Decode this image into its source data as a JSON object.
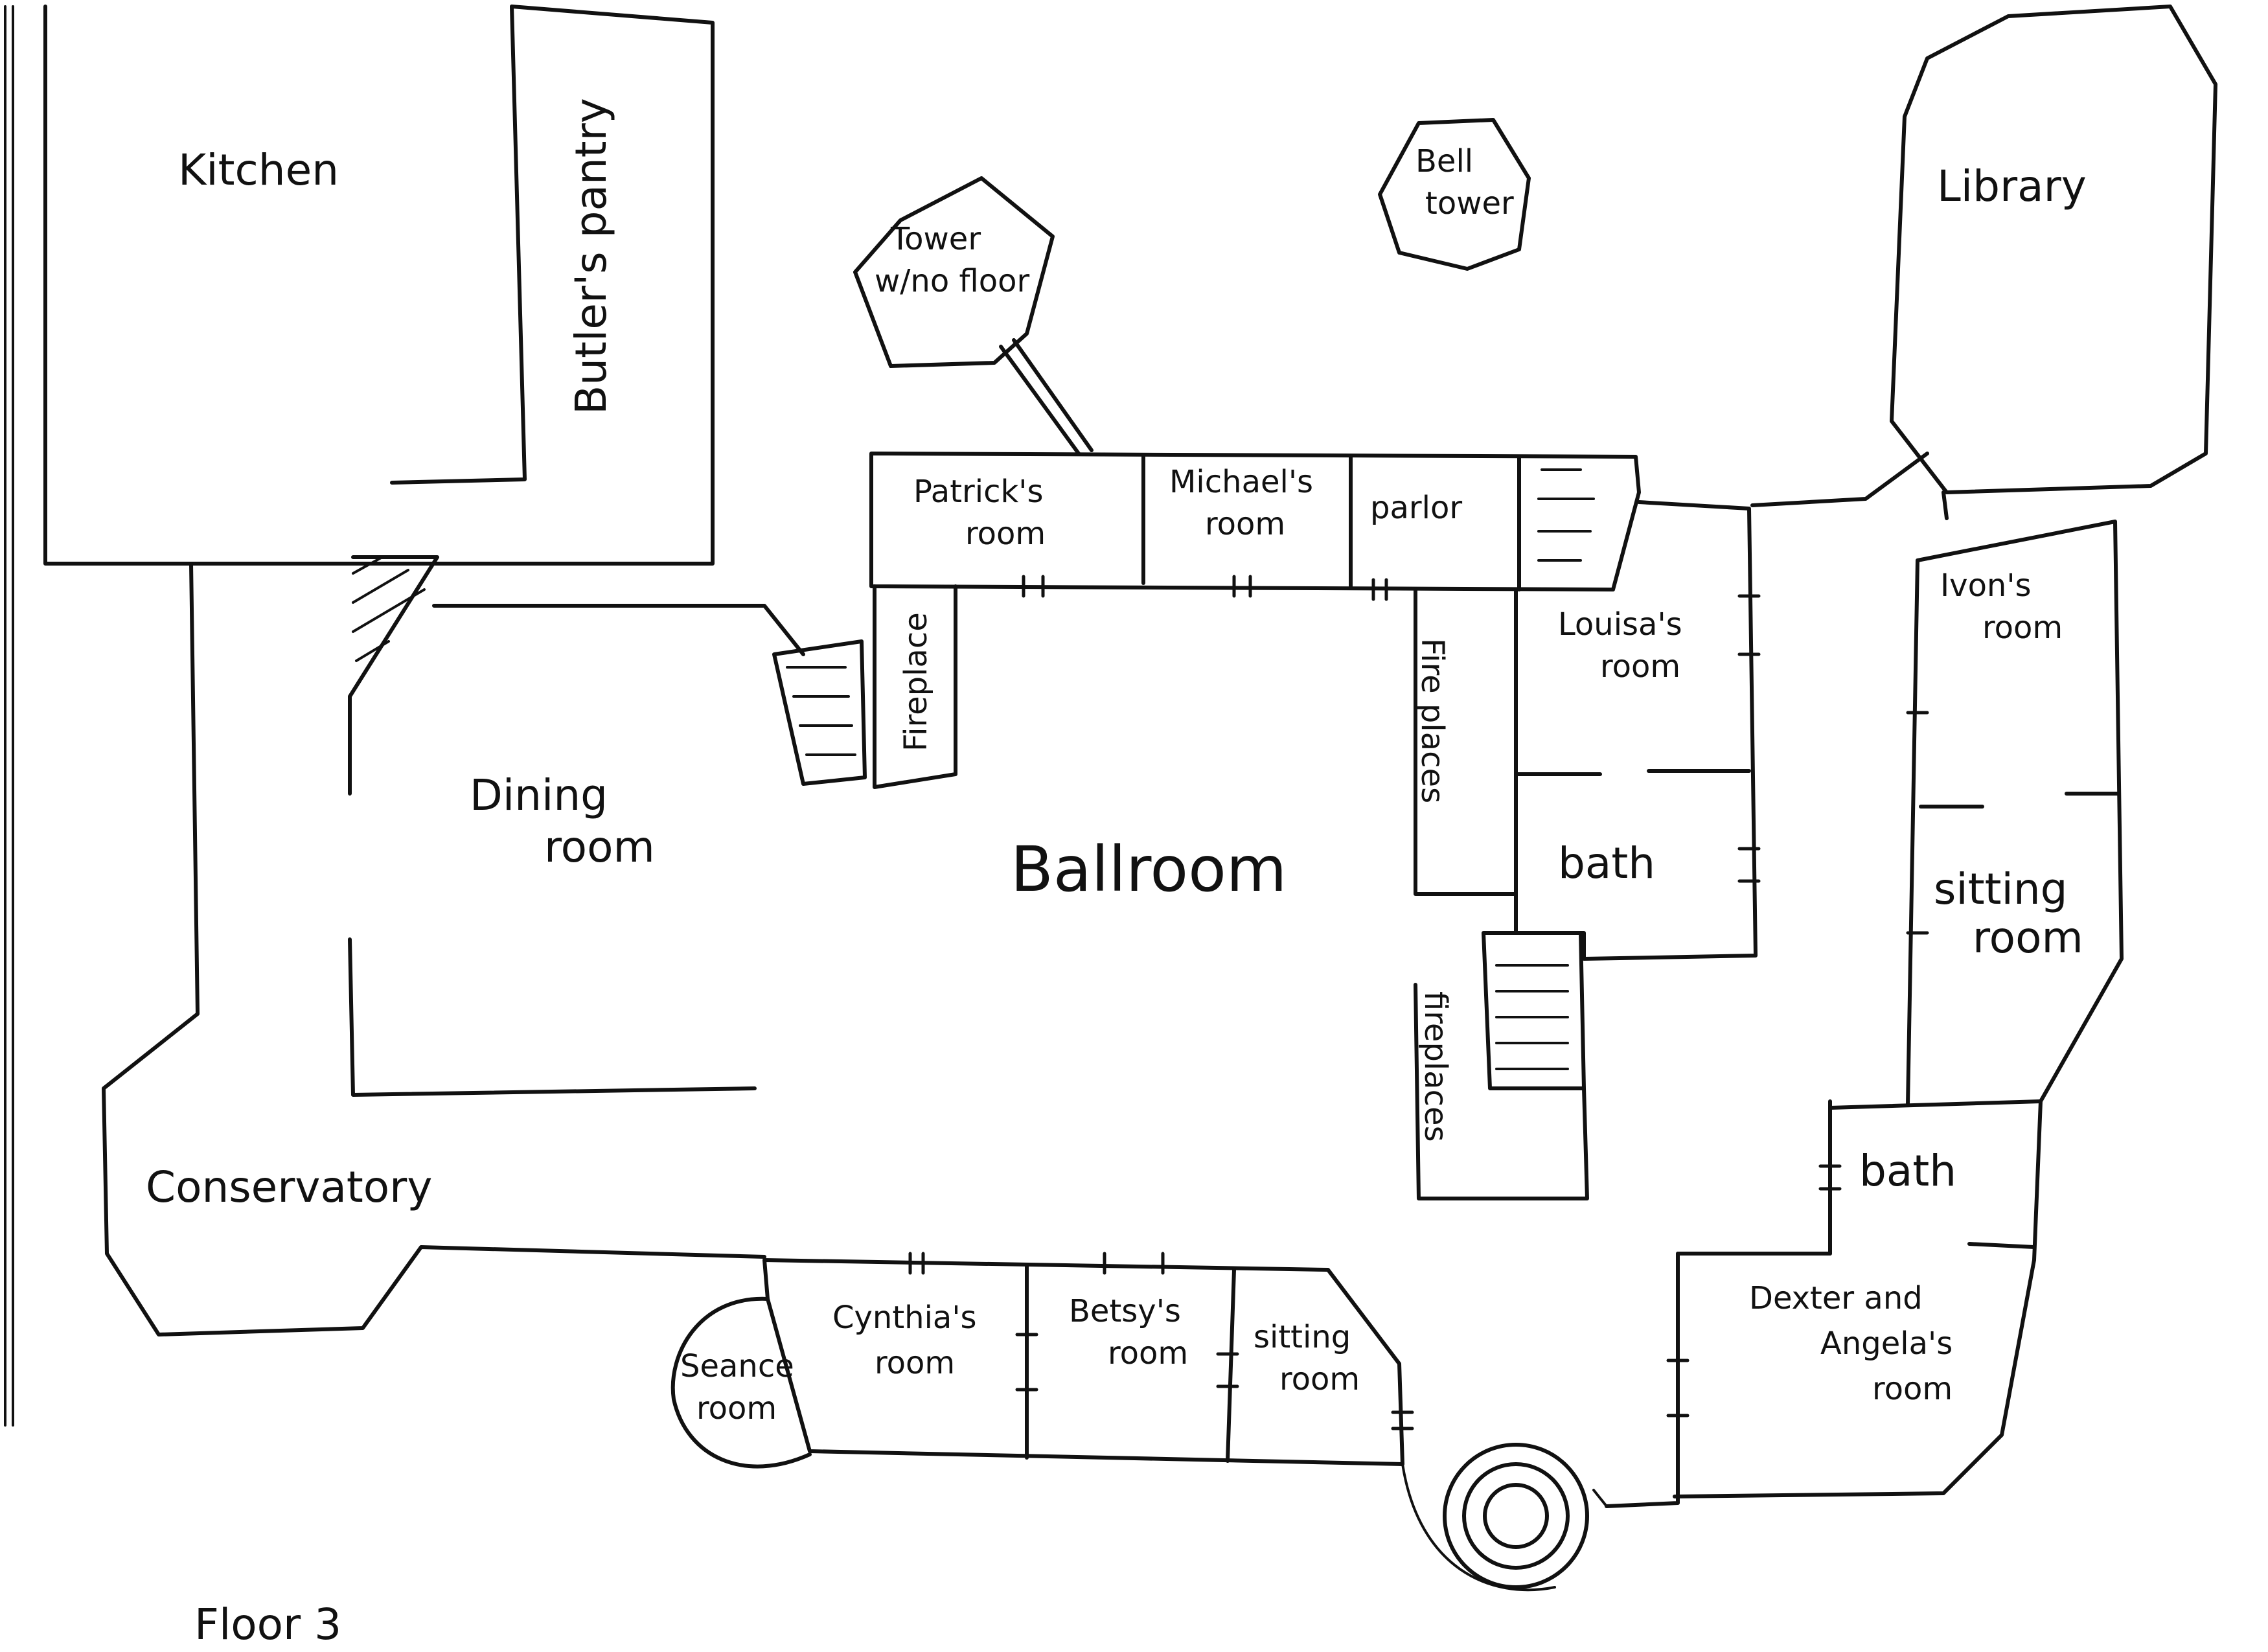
{
  "floor_label": "Floor 3",
  "rooms": {
    "kitchen": "Kitchen",
    "butlers_pantry": "Butler's pantry",
    "tower": [
      "Tower",
      "w/no floor"
    ],
    "bell_tower": [
      "Bell",
      "tower"
    ],
    "library": "Library",
    "patricks_room": [
      "Patrick's",
      "room"
    ],
    "michaels_room": [
      "Michael's",
      "room"
    ],
    "parlor": "parlor",
    "fireplace": "Fireplace",
    "fire_places": "Fire places",
    "louisas_room": [
      "Louisa's",
      "room"
    ],
    "bath_upper": "bath",
    "ivans_room": [
      "Ivon's",
      "room"
    ],
    "sitting_room_right": [
      "sitting",
      "room"
    ],
    "dining_room": [
      "Dining",
      "room"
    ],
    "ballroom": "Ballroom",
    "fireplaces_lower": "fireplaces",
    "conservatory": "Conservatory",
    "bath_lower": "bath",
    "seance_room": [
      "Seance",
      "room"
    ],
    "cynthias_room": [
      "Cynthia's",
      "room"
    ],
    "betsys_room": [
      "Betsy's",
      "room"
    ],
    "sitting_room_bottom": [
      "sitting",
      "room"
    ],
    "dexter_angelas_room": [
      "Dexter and",
      "Angela's",
      "room"
    ]
  }
}
